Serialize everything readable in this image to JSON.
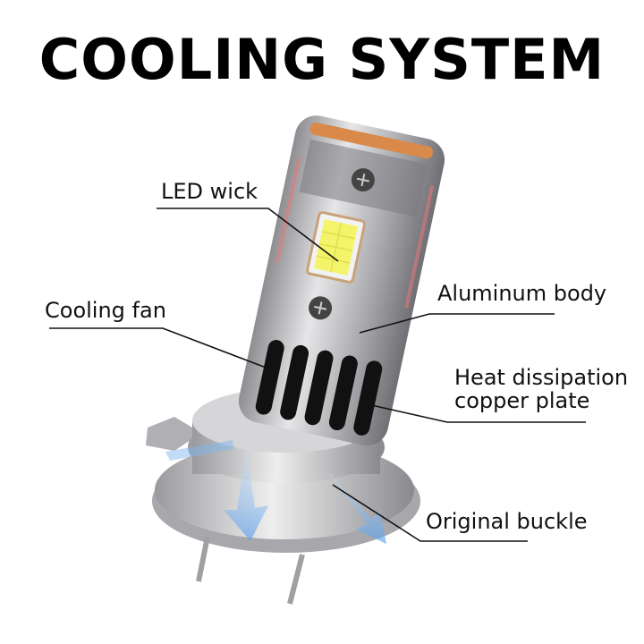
{
  "title": "COOLING SYSTEM",
  "labels": {
    "led_wick": "LED wick",
    "cooling_fan": "Cooling fan",
    "aluminum_body": "Aluminum body",
    "heat_dissipation_line1": "Heat dissipation",
    "heat_dissipation_line2": "copper plate",
    "original_buckle": "Original buckle"
  },
  "colors": {
    "text": "#111111",
    "led": "#f4f46a",
    "airflow_blue": "#7fb8f0",
    "airflow_red": "#e87878",
    "copper": "#d98a4a",
    "metal": "#b8b8bc"
  }
}
